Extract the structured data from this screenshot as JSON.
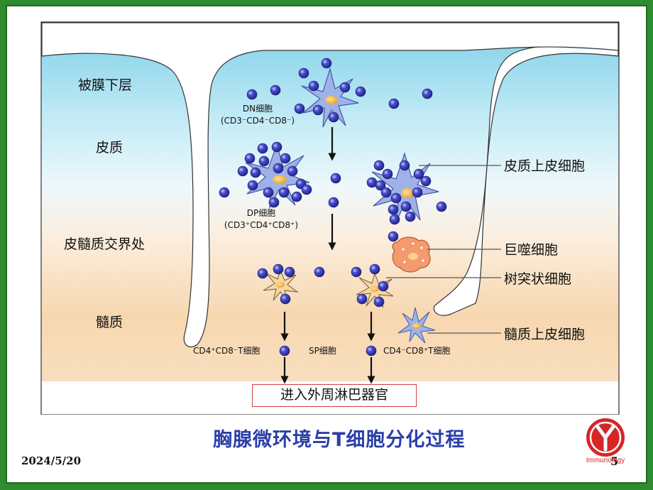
{
  "slide": {
    "title": "胸腺微环境与T细胞分化过程",
    "date": "2024/5/20",
    "page_number": "5",
    "logo_text": "Immunology"
  },
  "zones": {
    "subcapsular": "被膜下层",
    "cortex": "皮质",
    "corticomedullary": "皮髓质交界处",
    "medulla": "髓质"
  },
  "cells": {
    "dn_name": "DN细胞",
    "dn_marker": "(CD3⁻CD4⁻CD8⁻)",
    "dp_name": "DP细胞",
    "dp_marker": "(CD3⁺CD4⁺CD8⁺)",
    "cd4_sp": "CD4⁺CD8⁻T细胞",
    "sp": "SP细胞",
    "cd8_sp": "CD4⁻CD8⁺T细胞"
  },
  "callouts": {
    "cortical_epithelial": "皮质上皮细胞",
    "macrophage": "巨噬细胞",
    "dendritic": "树突状细胞",
    "medullary_epithelial": "髓质上皮细胞"
  },
  "exit_label": "进入外周淋巴器官",
  "colors": {
    "background_green": "#2e8b2e",
    "title_blue": "#2a3fa8",
    "cortex_blue": "#8fd6ec",
    "medulla_peach": "#f7d7b0",
    "thymocyte": "#3a3fb8",
    "epithelial": "#9fb2e8",
    "macrophage": "#f39a6e"
  }
}
